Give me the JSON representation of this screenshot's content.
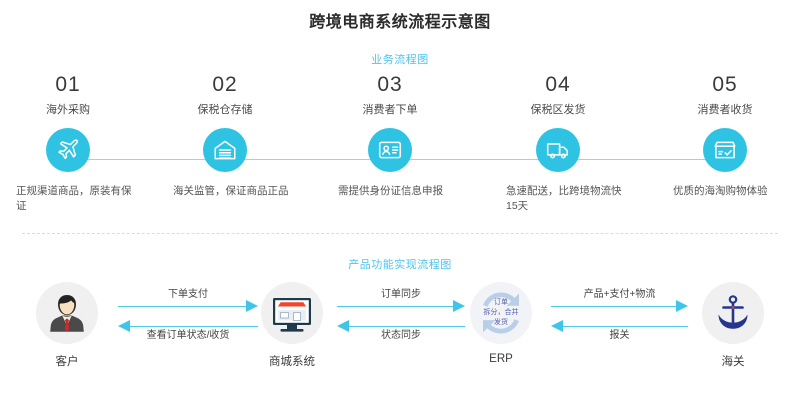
{
  "header": {
    "title": "跨境电商系统流程示意图"
  },
  "business_section": {
    "title": "业务流程图",
    "accent_color": "#4ec3ea",
    "circle_color": "#2fc3e3",
    "line_color": "#8fd9ec",
    "steps": [
      {
        "num": "01",
        "name": "海外采购",
        "desc": "正规渠道商品，原装有保证",
        "icon": "airplane-icon"
      },
      {
        "num": "02",
        "name": "保税仓存储",
        "desc": "海关监管，保证商品正品",
        "icon": "warehouse-icon"
      },
      {
        "num": "03",
        "name": "消费者下单",
        "desc": "需提供身份证信息申报",
        "icon": "id-card-icon"
      },
      {
        "num": "04",
        "name": "保税区发货",
        "desc": "急速配送，比跨境物流快15天",
        "icon": "truck-icon"
      },
      {
        "num": "05",
        "name": "消费者收货",
        "desc": "优质的海淘购物体验",
        "icon": "package-check-icon"
      }
    ]
  },
  "product_section": {
    "title": "产品功能实现流程图",
    "accent_color": "#4ec3ea",
    "arrow_color": "#4fc9e8",
    "nodes": [
      {
        "caption": "客户",
        "icon": "businessman-avatar-icon"
      },
      {
        "caption": "商城系统",
        "icon": "shop-monitor-icon"
      },
      {
        "caption": "ERP",
        "icon": "erp-cycle-icon",
        "inner_lines": [
          "订单",
          "拆分，合并",
          "发货"
        ]
      },
      {
        "caption": "海关",
        "icon": "anchor-icon"
      }
    ],
    "arrow_pairs": [
      {
        "forward": "下单支付",
        "backward": "查看订单状态/收货"
      },
      {
        "forward": "订单同步",
        "backward": "状态同步"
      },
      {
        "forward": "产品+支付+物流",
        "backward": "报关"
      }
    ]
  }
}
